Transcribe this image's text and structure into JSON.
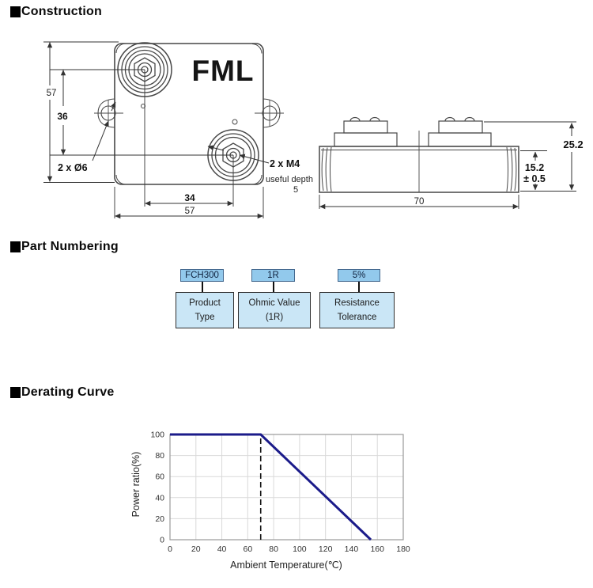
{
  "headings": {
    "construction": "Construction",
    "part_numbering": "Part Numbering",
    "derating": "Derating Curve"
  },
  "construction": {
    "front_view": {
      "product_label": "FML",
      "dim_height": "57",
      "dim_hole_v": "36",
      "dim_hole_h": "34",
      "dim_width": "57",
      "callout_mount": "2 x Ø6",
      "callout_terminal": "2 x M4",
      "callout_depth_line1": "useful depth",
      "callout_depth_line2": "5"
    },
    "side_view": {
      "dim_overall_h": "25.2",
      "dim_body_h": "15.2",
      "dim_body_h_tol": "± 0.5",
      "dim_width": "70"
    }
  },
  "part_numbering": {
    "items": [
      {
        "code": "FCH300",
        "label_line1": "Product",
        "label_line2": "Type"
      },
      {
        "code": "1R",
        "label_line1": "Ohmic Value",
        "label_line2": "(1R)"
      },
      {
        "code": "5%",
        "label_line1": "Resistance",
        "label_line2": "Tolerance"
      }
    ],
    "colors": {
      "code_fill": "#92c9ec",
      "code_border": "#44688e",
      "box_fill": "#cae6f6",
      "box_border": "#2f2f2f"
    }
  },
  "chart_data": {
    "type": "line",
    "title": "",
    "xlabel": "Ambient Temperature(℃)",
    "ylabel": "Power ratio(%)",
    "xlim": [
      0,
      180
    ],
    "ylim": [
      0,
      100
    ],
    "x_ticks": [
      0,
      20,
      40,
      60,
      80,
      100,
      120,
      140,
      160,
      180
    ],
    "y_ticks": [
      0,
      20,
      40,
      60,
      80,
      100
    ],
    "grid": true,
    "legend": "none",
    "series": [
      {
        "name": "power_ratio",
        "color": "#1b1b8a",
        "points": [
          [
            0,
            100
          ],
          [
            70,
            100
          ],
          [
            155,
            0
          ]
        ]
      }
    ],
    "guides": [
      {
        "axis": "x",
        "value": 70,
        "style": "dashed",
        "color": "#111111"
      }
    ]
  }
}
